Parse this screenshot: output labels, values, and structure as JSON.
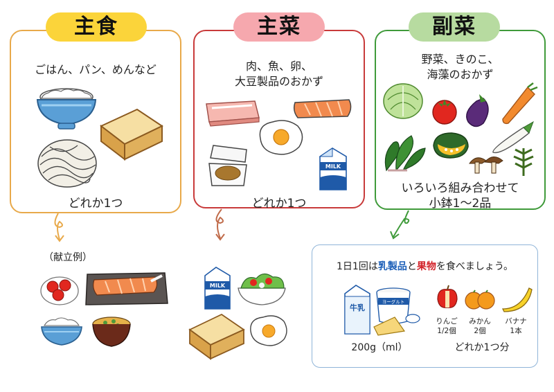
{
  "staple": {
    "title": "主食",
    "desc": "ごはん、パン、めんなど",
    "pick": "どれか1つ"
  },
  "main_dish": {
    "title": "主菜",
    "desc_line1": "肉、魚、卵、",
    "desc_line2": "大豆製品のおかず",
    "pick": "どれか1つ"
  },
  "side_dish": {
    "title": "副菜",
    "desc_line1": "野菜、きのこ、",
    "desc_line2": "海藻のおかず",
    "pick_line1": "いろいろ組み合わせて",
    "pick_line2": "小鉢1～2品"
  },
  "example_label": "（献立例）",
  "dairy_fruit": {
    "head_pre": "1日1回は",
    "head_dairy": "乳製品",
    "head_mid": "と",
    "head_fruit": "果物",
    "head_post": "を食べましょう。",
    "dairy_amount": "200g（ml）",
    "fruit_pick": "どれか1つ分",
    "apple_line1": "りんご",
    "apple_line2": "1/2個",
    "mikan_line1": "みかん",
    "mikan_line2": "2個",
    "banana_line1": "バナナ",
    "banana_line2": "1本"
  },
  "package_labels": {
    "milk": "MILK",
    "gyunyu": "牛乳",
    "yogurt": "ヨーグルト"
  },
  "colors": {
    "staple": "#e8a94a",
    "main_dish": "#c83a3a",
    "side_dish": "#3f9a3a",
    "dairy_box": "#8fb4d8",
    "dairy_text": "#1c5fb8",
    "fruit_text": "#d2232a"
  }
}
